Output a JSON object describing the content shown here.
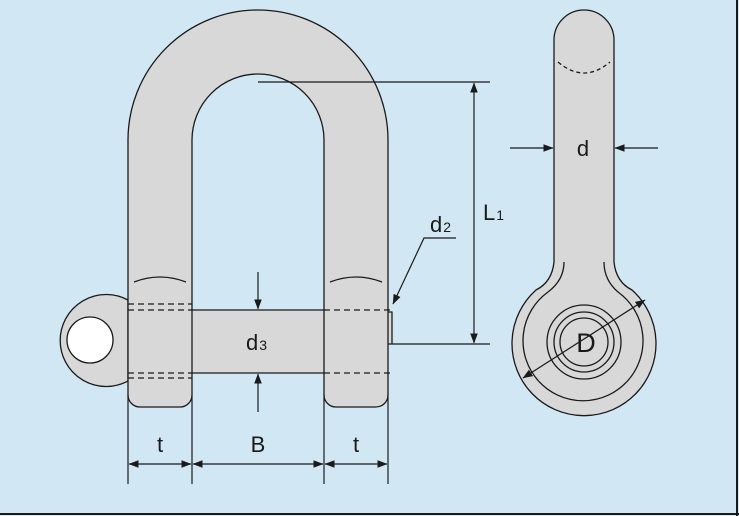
{
  "colors": {
    "background": "#d2e7f4",
    "part_fill": "#d8d8d8",
    "outline": "#1a1a1a"
  },
  "labels": {
    "t_left": "t",
    "b": "B",
    "t_right": "t",
    "l1": {
      "main": "L",
      "sub": "1"
    },
    "d2": {
      "main": "d",
      "sub": "2"
    },
    "d3": {
      "main": "d",
      "sub": "3"
    },
    "d": "d",
    "big_d": "D"
  }
}
